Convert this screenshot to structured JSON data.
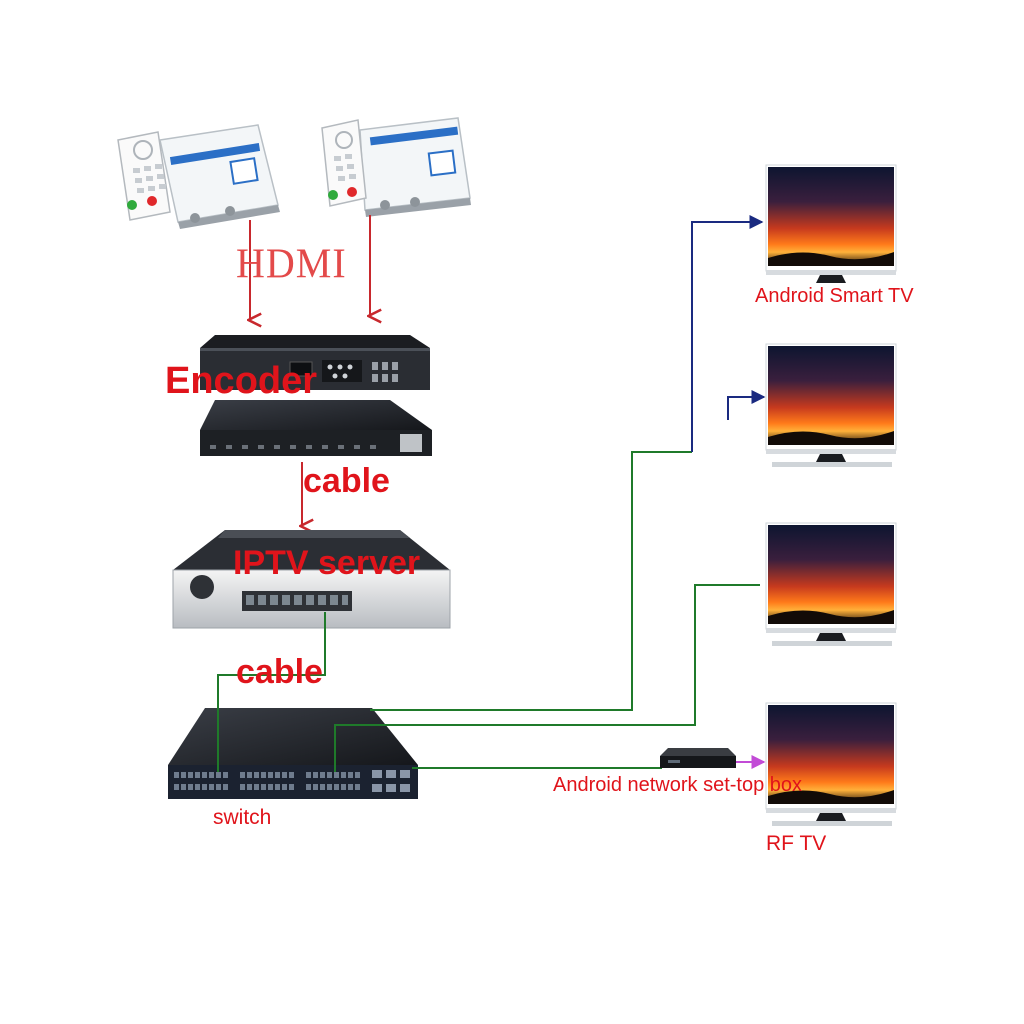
{
  "labels": {
    "hdmi": "HDMI",
    "encoder": "Encoder",
    "cable_1": "cable",
    "iptv_server": "IPTV server",
    "cable_2": "cable",
    "switch": "switch",
    "android_smart_tv": "Android Smart TV",
    "android_stb": "Android network set-top box",
    "rf_tv": "RF TV"
  },
  "colors": {
    "label_red": "#e0141b",
    "hdmi_arrow": "#c8282d",
    "network_line": "#1f7a2a",
    "tv_arrow": "#1a2a80",
    "rf_arrow": "#c24bd6",
    "device_body": "#2c2f36",
    "receiver_body": "#eef1f4"
  },
  "devices": [
    {
      "type": "satellite-receiver",
      "count": 2
    },
    {
      "type": "encoder"
    },
    {
      "type": "iptv-server"
    },
    {
      "type": "network-switch"
    },
    {
      "type": "set-top-box"
    },
    {
      "type": "tv",
      "count": 4
    }
  ]
}
